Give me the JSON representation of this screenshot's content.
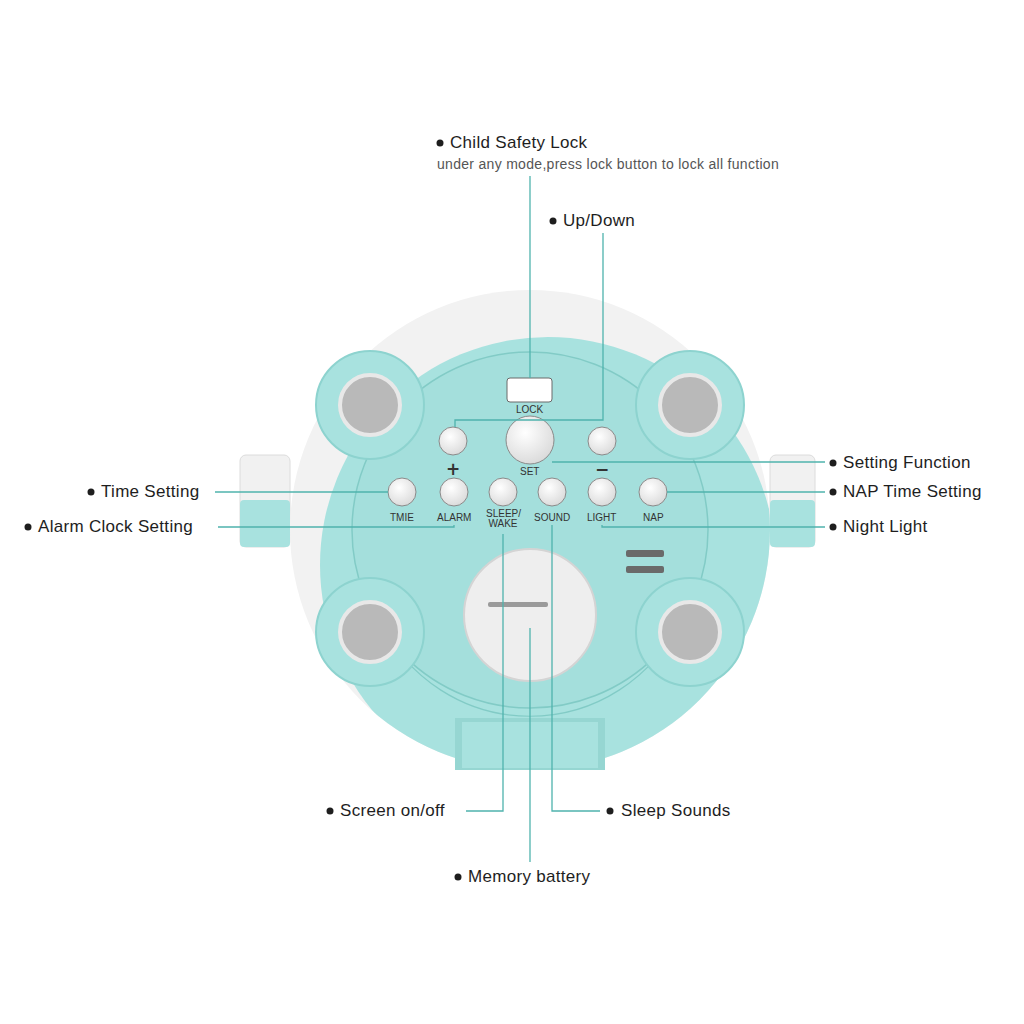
{
  "diagram": {
    "labels": [
      "Child Safety Lock",
      "under any mode,press lock button to lock all function",
      "Up/Down",
      "Setting Function",
      "NAP Time Setting",
      "Night Light",
      "Time Setting",
      "Alarm Clock Setting",
      "Screen on/off",
      "Sleep Sounds",
      "Memory battery",
      "LOCK",
      "+",
      "SET",
      "−",
      "TMIE",
      "ALARM",
      "SLEEP/ WAKE",
      "SOUND",
      "LIGHT",
      "NAP"
    ]
  }
}
